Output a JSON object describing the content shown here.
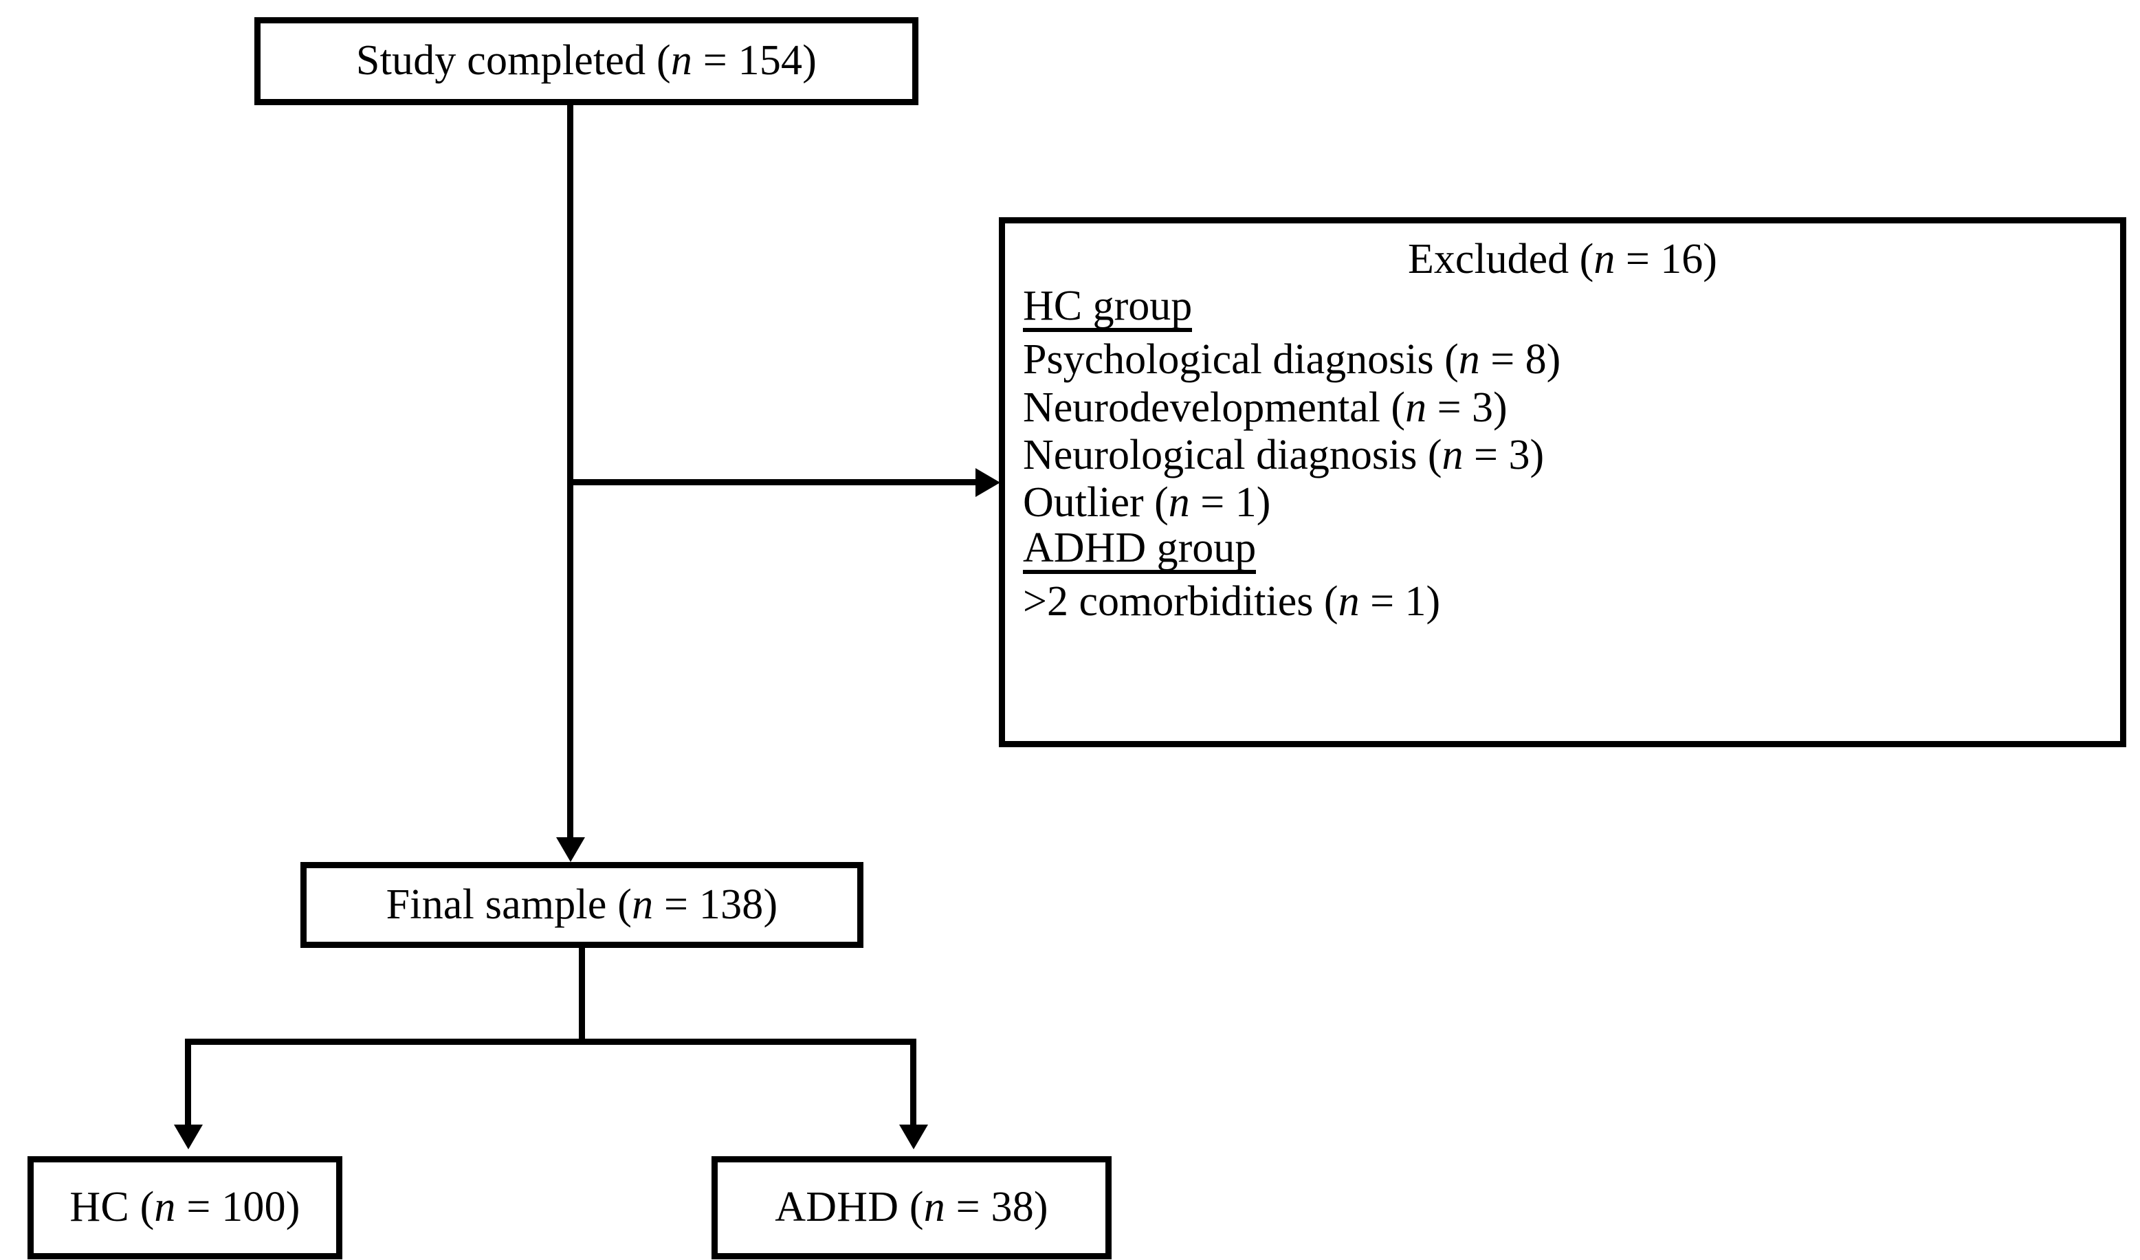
{
  "figure": {
    "type": "flowchart",
    "kind": "participant-flow-diagram",
    "orientation": "top-down"
  },
  "nodes": {
    "study_completed": {
      "text": "Study completed (n = 154)",
      "prefix": "Study completed (",
      "italic_var": "n",
      "suffix": " = 154)",
      "count": 154
    },
    "excluded": {
      "title_prefix": "Excluded (",
      "title_italic_var": "n",
      "title_suffix": " = 16)",
      "count": 16,
      "groups": [
        {
          "heading": "HC group",
          "heading_underlined": true,
          "items": [
            {
              "prefix": "Psychological diagnosis (",
              "italic_var": "n",
              "suffix": " = 8)",
              "count": 8
            },
            {
              "prefix": "Neurodevelopmental (",
              "italic_var": "n",
              "suffix": " = 3)",
              "count": 3
            },
            {
              "prefix": "Neurological diagnosis (",
              "italic_var": "n",
              "suffix": " = 3)",
              "count": 3
            },
            {
              "prefix": "Outlier (",
              "italic_var": "n",
              "suffix": " = 1)",
              "count": 1
            }
          ]
        },
        {
          "heading": "ADHD group",
          "heading_underlined": true,
          "items": [
            {
              "prefix": ">2 comorbidities (",
              "italic_var": "n",
              "suffix": " = 1)",
              "count": 1
            }
          ]
        }
      ]
    },
    "final_sample": {
      "prefix": "Final sample (",
      "italic_var": "n",
      "suffix": " = 138)",
      "count": 138
    },
    "hc": {
      "prefix": "HC (",
      "italic_var": "n",
      "suffix": " = 100)",
      "count": 100
    },
    "adhd": {
      "prefix": "ADHD (",
      "italic_var": "n",
      "suffix": " = 38)",
      "count": 38
    }
  },
  "colors": {
    "stroke": "#000000",
    "background": "#ffffff",
    "text": "#000000"
  }
}
